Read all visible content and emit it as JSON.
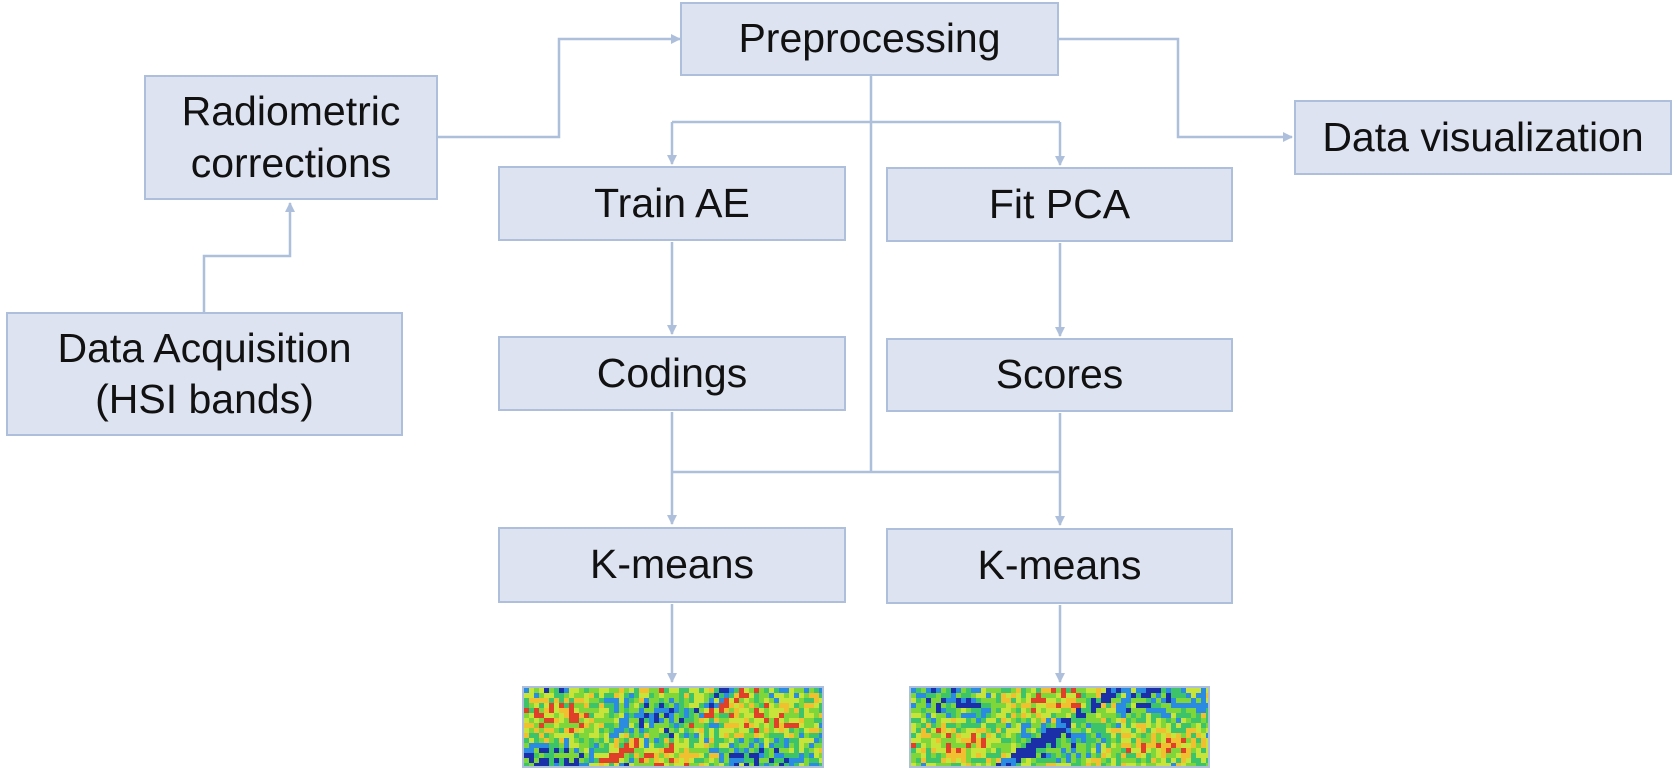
{
  "nodes": {
    "preprocessing": "Preprocessing",
    "radiometric": "Radiometric\ncorrections",
    "data_acquisition": "Data Acquisition\n(HSI bands)",
    "data_visualization": "Data visualization",
    "train_ae": "Train AE",
    "fit_pca": "Fit PCA",
    "codings": "Codings",
    "scores": "Scores",
    "kmeans_left": "K-means",
    "kmeans_right": "K-means"
  },
  "colors": {
    "box_fill": "#dde3f1",
    "box_border": "#aebfdc",
    "connector": "#aebfdc",
    "map_palette": [
      "#1a2fa8",
      "#2a8be0",
      "#3dc46a",
      "#7ed63a",
      "#c8e43a",
      "#f0c030",
      "#e0402a"
    ]
  },
  "outputs": {
    "left_map": "clustering-map-ae",
    "right_map": "clustering-map-pca"
  }
}
